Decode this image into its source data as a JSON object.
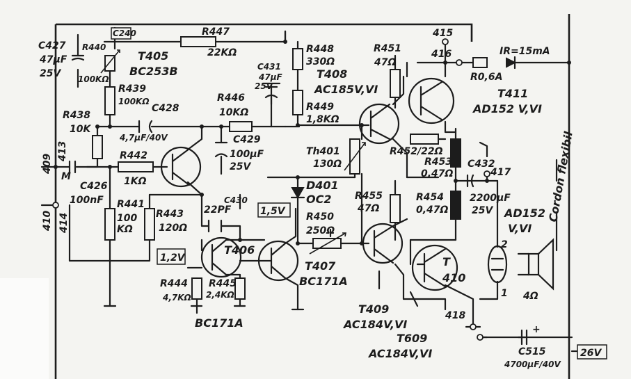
{
  "board": {
    "top_node": "415",
    "node_supply": "416",
    "node_input_top": "409",
    "node_input_top_b": "413",
    "node_input_bot": "410",
    "node_input_bot_b": "414",
    "node_out_top": "417",
    "node_out_bot": "418",
    "input_marker": "M",
    "ir_note": "IR=15mA"
  },
  "components": {
    "c240": "C240",
    "c427": "C427",
    "c427_v": "47μF",
    "c427_u": "25V",
    "r440": "R440",
    "r440_v": "100KΩ",
    "r447": "R447",
    "r447_v": "22KΩ",
    "t405": "T405",
    "t405_t": "BC253B",
    "r439": "R439",
    "r439_v": "100KΩ",
    "c428": "C428",
    "c428_v": "4,7μF/40V",
    "r438": "R438",
    "r438_v": "10K",
    "r442": "R442",
    "r442_v": "1KΩ",
    "c426": "C426",
    "c426_v": "100nF",
    "r441": "R441",
    "r441_v": "100",
    "r441_u": "KΩ",
    "r443": "R443",
    "r443_v": "120Ω",
    "c430": "C430",
    "c430_v": "22PF",
    "v12": "1,2V",
    "t406": "T406",
    "r444": "R444",
    "r444_v": "4,7KΩ",
    "r445": "R445",
    "r445_v": "2,4KΩ",
    "bc171a": "BC171A",
    "t407": "T407",
    "t407_t": "BC171A",
    "c431": "C431",
    "c431_v": "47μF",
    "c431_u": "25V",
    "r446": "R446",
    "r446_v": "10KΩ",
    "c429": "C429",
    "c429_v": "100μF",
    "c429_u": "25V",
    "r448": "R448",
    "r448_v": "330Ω",
    "r449": "R449",
    "r449_v": "1,8KΩ",
    "t408": "T408",
    "t408_t": "AC185V,VI",
    "th401": "Th401",
    "th401_v": "130Ω",
    "d401": "D401",
    "d401_t": "OC2",
    "v15": "1,5V",
    "r450": "R450",
    "r450_v": "250Ω",
    "r451": "R451",
    "r451_v": "47Ω",
    "r455": "R455",
    "r455_v": "47Ω",
    "t409": "T409",
    "t409_t": "AC184V,VI",
    "t609": "T609",
    "t609_t": "AC184V,VI",
    "t411": "T411",
    "t411_t": "AD152 V,VI",
    "r0": "R0,6A",
    "r452": "R452/22Ω",
    "r453": "R453",
    "r453_v": "0,47Ω",
    "c432": "C432",
    "c432_v": "2200μF",
    "c432_u": "25V",
    "r454": "R454",
    "r454_v": "0,47Ω",
    "t410": "T",
    "t410_n": "410",
    "ad152": "AD152",
    "ad152_t": "V,VI",
    "pin2": "2",
    "pin1": "1",
    "speaker": "4Ω",
    "cord": "Cordon flexibil",
    "c515": "C515",
    "c515_v": "4700μF/40V",
    "plus": "+",
    "v26": "26V"
  }
}
